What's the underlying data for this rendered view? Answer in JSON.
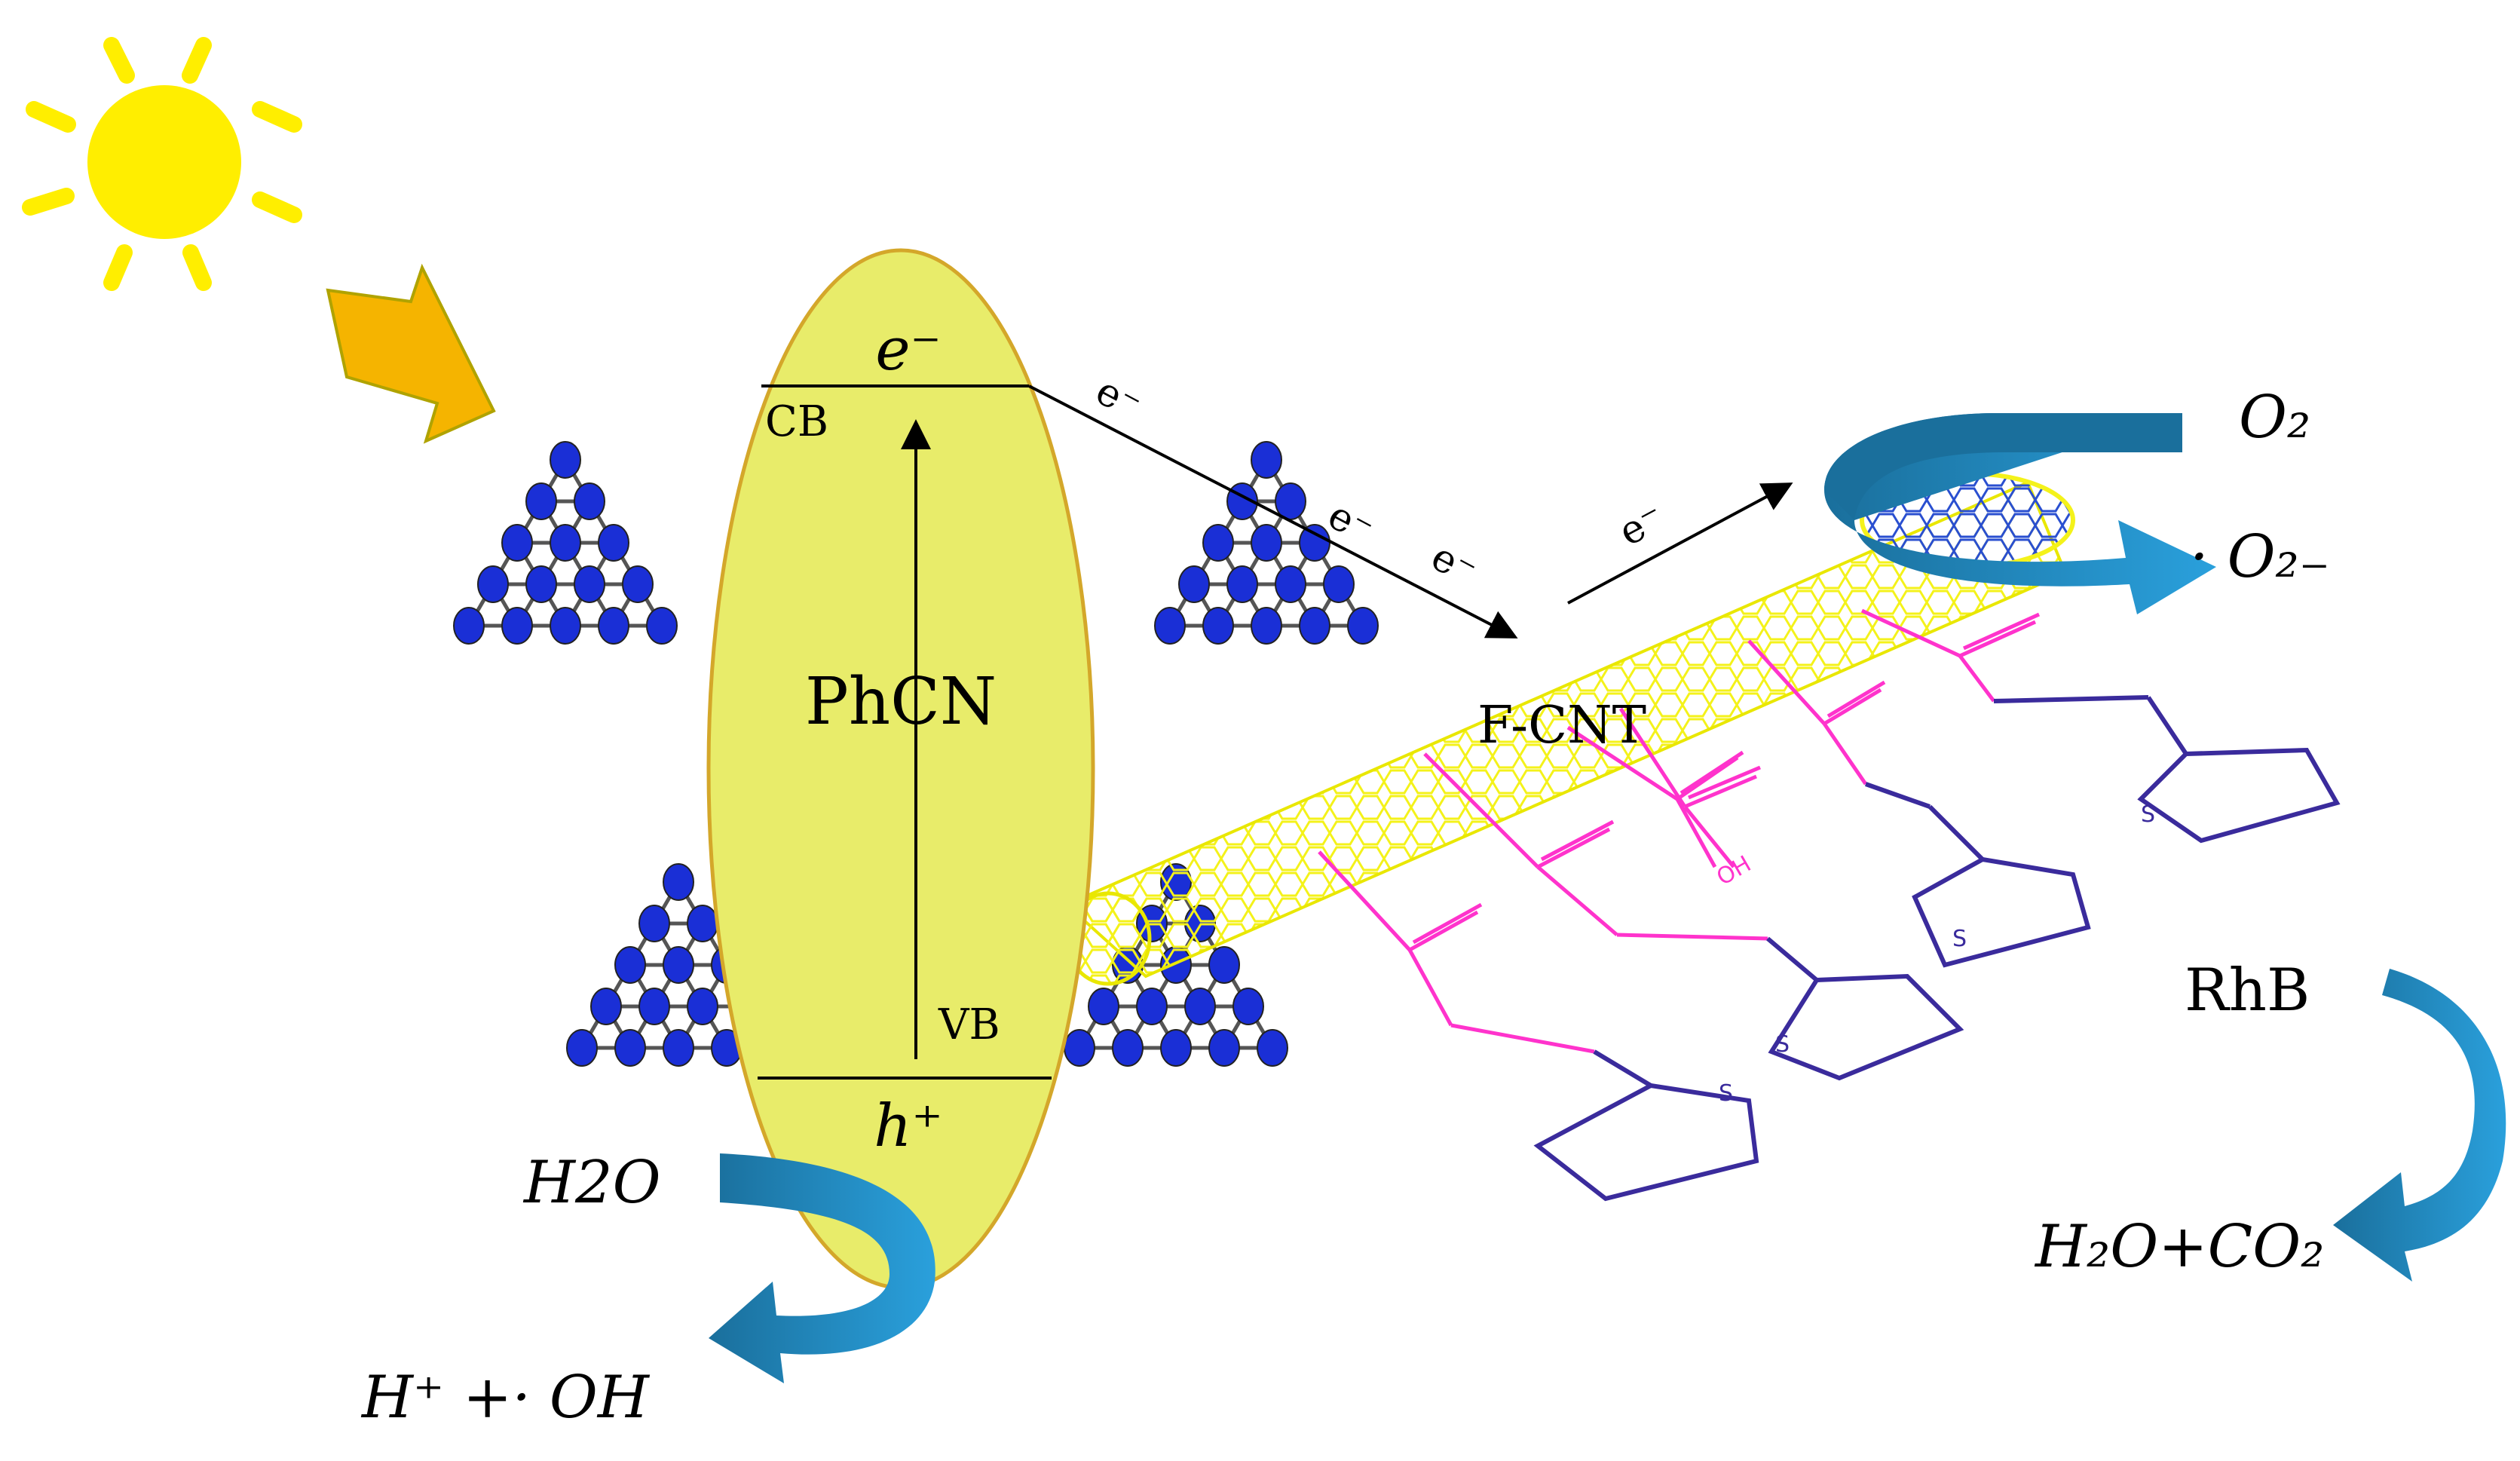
{
  "semiconductor": {
    "name": "PhCN",
    "electron": "e⁻",
    "hole": "h⁺",
    "cb": "CB",
    "vb": "VB"
  },
  "transfer_electrons": [
    "e⁻",
    "e⁻",
    "e⁻",
    "e⁻"
  ],
  "nanotube": {
    "label": "F-CNT"
  },
  "reduction": {
    "reactant": "O₂",
    "product": "· O₂₋"
  },
  "oxidation": {
    "reactant": "H2O",
    "product": "H⁺ +· OH"
  },
  "degradation": {
    "reactant": "RhB",
    "product": "H₂O+CO₂"
  },
  "substituent_labels": {
    "oh": "OH",
    "sulfur": "S"
  },
  "colors": {
    "sun": "#ffee00",
    "light_arrow": "#f5b400",
    "ellipse_fill": "#e8ec6a",
    "ellipse_stroke": "#d4a72a",
    "nitrogen": "#1a2fd6",
    "carbon": "#f2df97",
    "nanotube": "#ffff33",
    "ester_bond": "#ff33cc",
    "thiophene": "#3a2b9c",
    "cycle_arrow": "#2196d3"
  }
}
